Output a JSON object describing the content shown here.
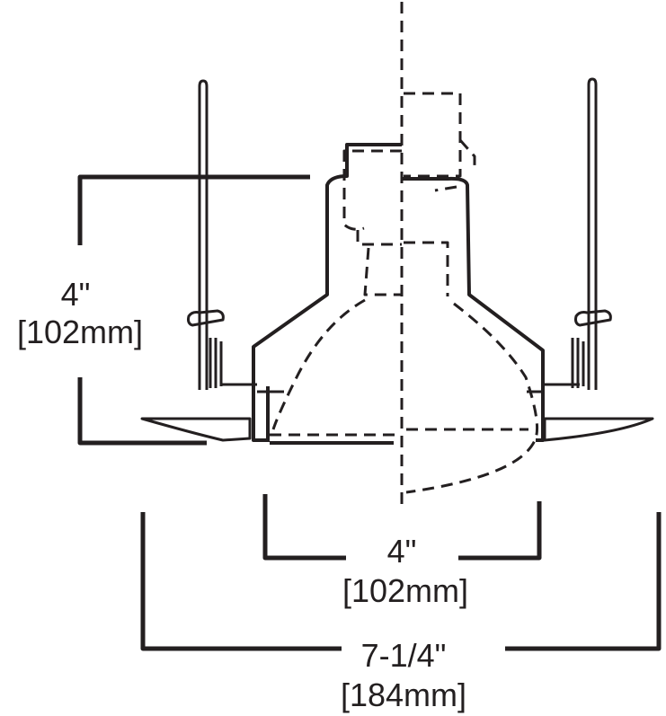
{
  "dimensions": {
    "height": {
      "imperial": "4\"",
      "metric": "[102mm]"
    },
    "opening": {
      "imperial": "4\"",
      "metric": "[102mm]"
    },
    "overall": {
      "imperial": "7-1/4\"",
      "metric": "[184mm]"
    }
  },
  "colors": {
    "line": "#231f20",
    "background": "#ffffff"
  }
}
